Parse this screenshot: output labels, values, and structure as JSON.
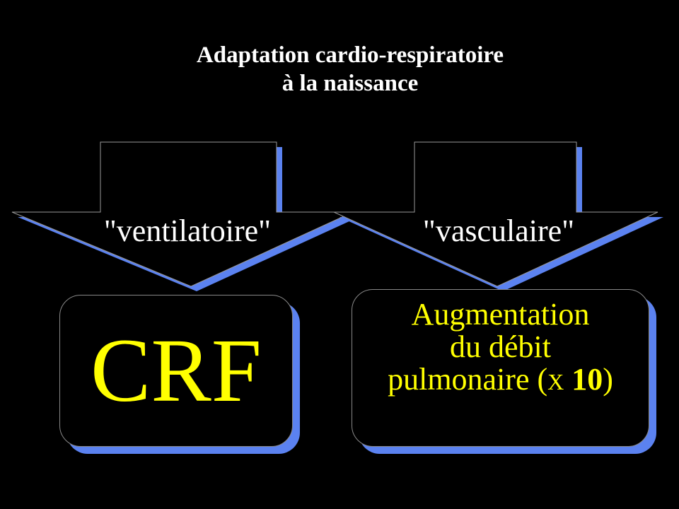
{
  "title": {
    "line1": "Adaptation cardio-respiratoire",
    "line2": "à la naissance"
  },
  "arrows": [
    {
      "label": "\"ventilatoire\""
    },
    {
      "label": "\"vasculaire\""
    }
  ],
  "boxes": {
    "crf": "CRF",
    "augmentation": {
      "line1": "Augmentation",
      "line2": "du débit",
      "line3_prefix": "pulmonaire (",
      "multiplier_sign": "X",
      "multiplier_value": "10",
      "line3_suffix": ")"
    }
  },
  "colors": {
    "background": "#000000",
    "accent_shadow": "#5b82f0",
    "box_text": "#ffff00",
    "title_text": "#ffffff"
  }
}
